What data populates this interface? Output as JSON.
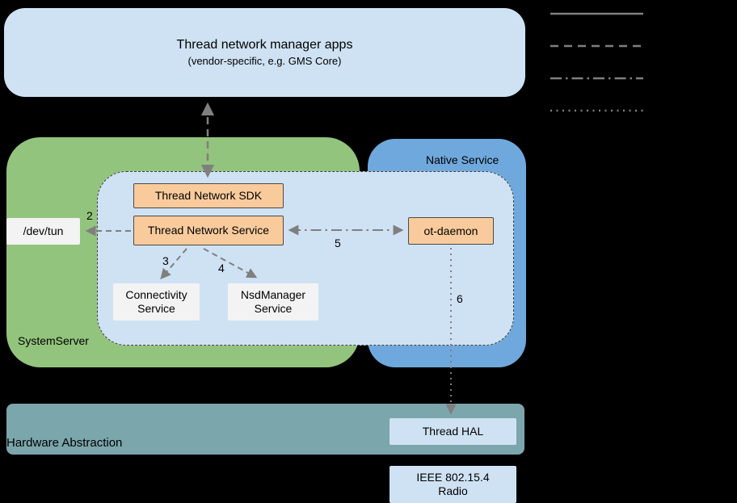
{
  "title_box": {
    "line1": "Thread network manager apps",
    "line2": "(vendor-specific, e.g. GMS Core)"
  },
  "groups": {
    "system_server": "SystemServer",
    "native_service": "Native Service",
    "hardware_abstraction": "Hardware Abstraction"
  },
  "nodes": {
    "thread_network_sdk": "Thread Network SDK",
    "thread_network_service": "Thread Network Service",
    "ot_daemon": "ot-daemon",
    "dev_tun": "/dev/tun",
    "connectivity_service": "Connectivity Service",
    "nsdmanager_service": "NsdManager Service",
    "thread_hal": "Thread HAL",
    "ieee_radio_line1": "IEEE 802.15.4",
    "ieee_radio_line2": "Radio"
  },
  "edge_labels": {
    "e2": "2",
    "e3": "3",
    "e4": "4",
    "e5": "5",
    "e6": "6"
  },
  "legend": {
    "styles": [
      "solid",
      "dashed",
      "dash-dot",
      "dotted"
    ]
  },
  "colors": {
    "light_blue": "#cfe2f3",
    "green": "#93c47d",
    "blue": "#6fa8dc",
    "orange": "#f9cb9c",
    "gray_node": "#f3f3f3",
    "teal": "#7ba6ac",
    "edge_gray": "#7f7f7f",
    "background": "#000000"
  }
}
